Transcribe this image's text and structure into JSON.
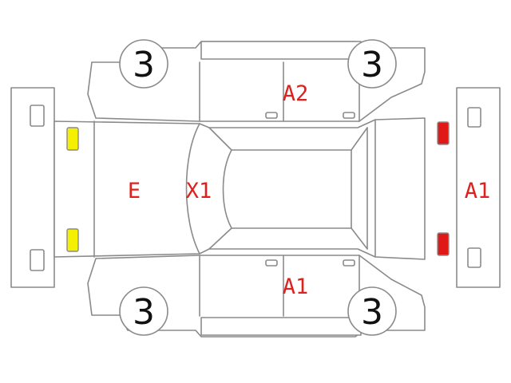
{
  "colors": {
    "damage_text": "#e0201c",
    "lamp_yellow": "#f4f000",
    "lamp_red": "#e01818",
    "outline": "#8a8a8a"
  },
  "tire_grades": {
    "front_left": "3",
    "front_right": "3",
    "rear_left": "3",
    "rear_right": "3"
  },
  "damage_marks": {
    "front_panel": "E",
    "hood": "X1",
    "upper_door": "A2",
    "lower_door": "A1",
    "rear": "A1"
  },
  "lamps": {
    "front": "yellow",
    "rear": "red"
  }
}
